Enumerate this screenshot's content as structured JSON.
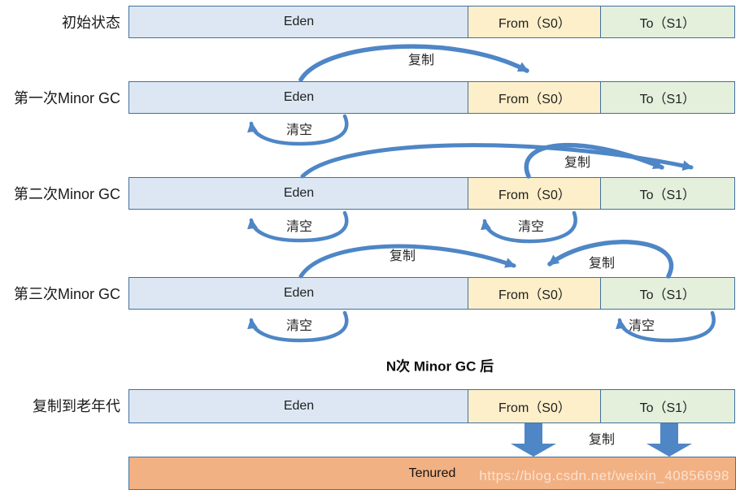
{
  "diagram": {
    "heading": "N次 Minor GC 后",
    "watermark": "https://blog.csdn.net/weixin_40856698",
    "generations": {
      "young_labels": [
        "Eden",
        "From（S0）",
        "To（S1）"
      ],
      "old_label": "Tenured"
    },
    "rows": [
      {
        "label": "初始状态"
      },
      {
        "label": "第一次Minor GC"
      },
      {
        "label": "第二次Minor GC"
      },
      {
        "label": "第三次Minor GC"
      },
      {
        "label": "复制到老年代"
      }
    ],
    "annotations": [
      {
        "id": "copy-eden-to-from-1",
        "text": "复制"
      },
      {
        "id": "clear-eden-1",
        "text": "清空"
      },
      {
        "id": "copy-to-s1-2",
        "text": "复制"
      },
      {
        "id": "clear-eden-2",
        "text": "清空"
      },
      {
        "id": "clear-from-2",
        "text": "清空"
      },
      {
        "id": "copy-eden-to-from-3",
        "text": "复制"
      },
      {
        "id": "copy-s1-to-from-3",
        "text": "复制"
      },
      {
        "id": "clear-eden-3",
        "text": "清空"
      },
      {
        "id": "clear-to-3",
        "text": "清空"
      },
      {
        "id": "copy-to-tenured",
        "text": "复制"
      }
    ],
    "colors": {
      "eden_fill": "#DCE7F3",
      "from_fill": "#FCEFC9",
      "to_fill": "#E4EFDC",
      "tenured_fill": "#F2B183",
      "box_border": "#41719C",
      "arrow": "#4E86C6"
    }
  }
}
